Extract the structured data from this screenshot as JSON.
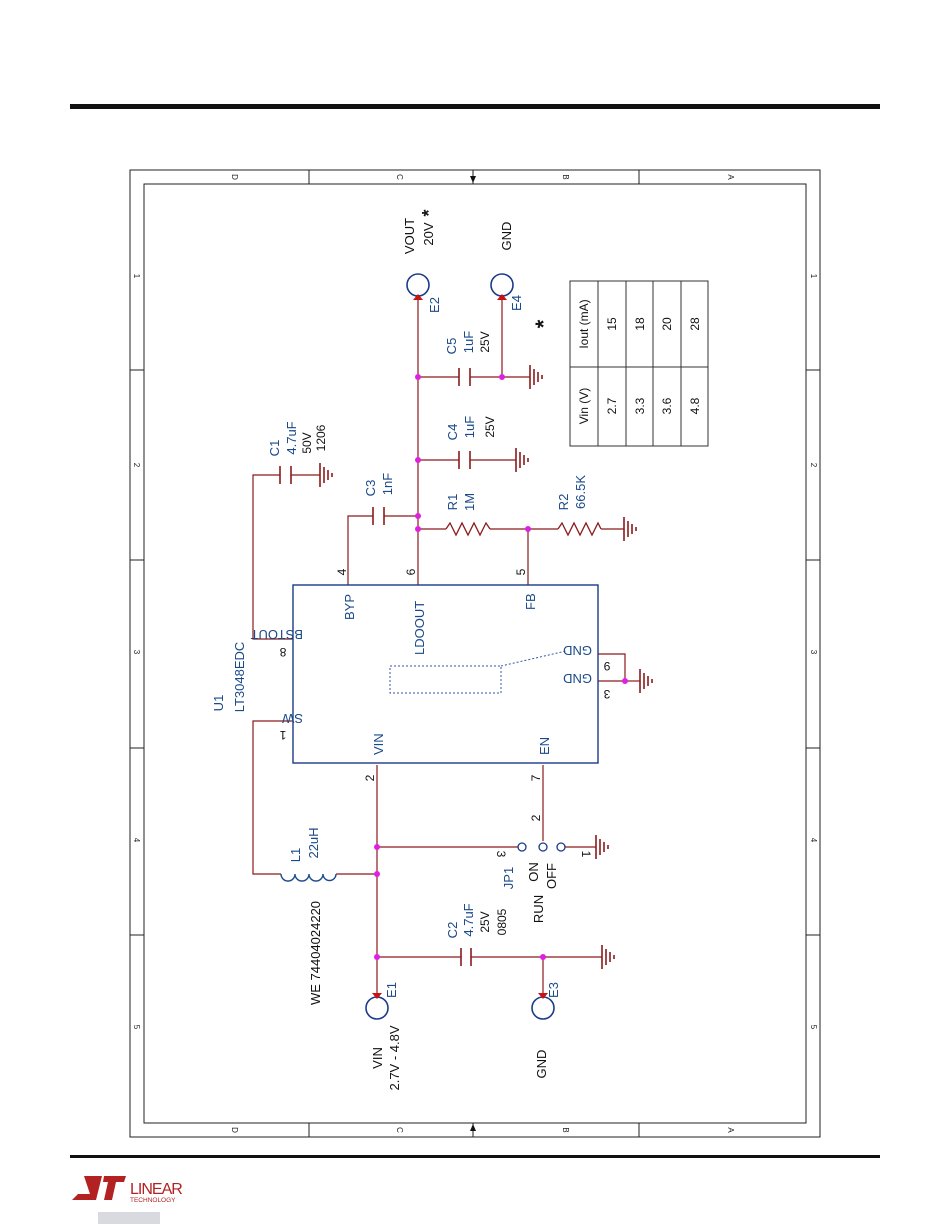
{
  "colors": {
    "wire": "#8b1a1a",
    "component_text": "#1a4a8a",
    "value_text": "#111111",
    "junction": "#e020e0",
    "border": "#222222",
    "logo": "#b22222"
  },
  "frame": {
    "zone_letters": [
      "D",
      "C",
      "B",
      "A"
    ],
    "zone_numbers": [
      "1",
      "2",
      "3",
      "4",
      "5"
    ]
  },
  "ic": {
    "ref": "U1",
    "part": "LT3048EDC",
    "pins": {
      "sw": {
        "name": "SW",
        "num": "1"
      },
      "bstout": {
        "name": "BSTOUT",
        "num": "8"
      },
      "byp": {
        "name": "BYP",
        "num": "4"
      },
      "ldoout": {
        "name": "LDOOUT",
        "num": "6"
      },
      "fb": {
        "name": "FB",
        "num": "5"
      },
      "gnd9": {
        "name": "GND",
        "num": "9"
      },
      "gnd3": {
        "name": "GND",
        "num": "3"
      },
      "vin": {
        "name": "VIN",
        "num": "2"
      },
      "en": {
        "name": "EN",
        "num": "7"
      }
    }
  },
  "components": {
    "c1": {
      "ref": "C1",
      "value": "4.7uF",
      "voltage": "50V",
      "package": "1206"
    },
    "c2": {
      "ref": "C2",
      "value": "4.7uF",
      "voltage": "25V",
      "package": "0805"
    },
    "c3": {
      "ref": "C3",
      "value": "1nF"
    },
    "c4": {
      "ref": "C4",
      "value": "1uF",
      "voltage": "25V"
    },
    "c5": {
      "ref": "C5",
      "value": "1uF",
      "voltage": "25V"
    },
    "r1": {
      "ref": "R1",
      "value": "1M"
    },
    "r2": {
      "ref": "R2",
      "value": "66.5K"
    },
    "l1": {
      "ref": "L1",
      "value": "22uH",
      "part": "WE 74404024220"
    },
    "jp1": {
      "ref": "JP1",
      "pin1": "1",
      "pin2": "2",
      "pin3": "3",
      "on": "ON",
      "off": "OFF",
      "run": "RUN"
    }
  },
  "terminals": {
    "e1": {
      "ref": "E1",
      "label": "VIN",
      "sub": "2.7V - 4.8V"
    },
    "e2": {
      "ref": "E2",
      "label": "VOUT",
      "sub": "20V",
      "mark": "*"
    },
    "e3": {
      "ref": "E3",
      "label": "GND"
    },
    "e4": {
      "ref": "E4",
      "label": "GND"
    }
  },
  "table": {
    "mark": "*",
    "headers": [
      "Vin (V)",
      "Iout (mA)"
    ],
    "rows": [
      [
        "2.7",
        "15"
      ],
      [
        "3.3",
        "18"
      ],
      [
        "3.6",
        "20"
      ],
      [
        "4.8",
        "28"
      ]
    ]
  },
  "logo": {
    "brand": "LINEAR",
    "sub": "TECHNOLOGY"
  }
}
